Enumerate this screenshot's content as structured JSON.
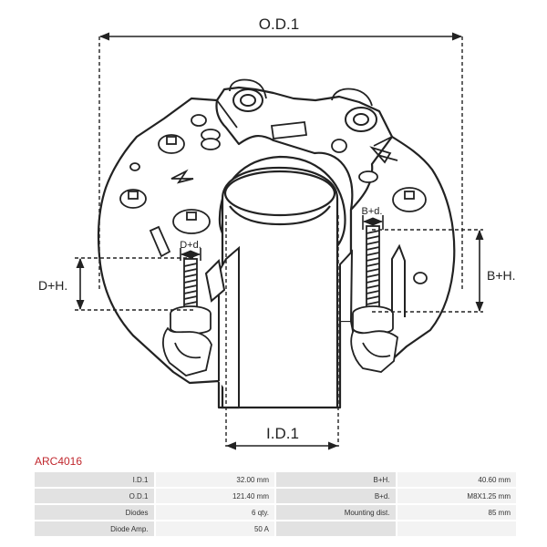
{
  "diagram": {
    "dimensions": {
      "outer_diameter": "O.D.1",
      "inner_diameter": "I.D.1",
      "d_plus_height": "D+H.",
      "d_plus_thread": "D+d.",
      "b_plus_height": "B+H.",
      "b_plus_thread": "B+d."
    }
  },
  "product": {
    "code": "ARC4016"
  },
  "specs": {
    "rows": [
      [
        {
          "label": "I.D.1",
          "value": "32.00 mm"
        },
        {
          "label": "B+H.",
          "value": "40.60 mm"
        }
      ],
      [
        {
          "label": "O.D.1",
          "value": "121.40 mm"
        },
        {
          "label": "B+d.",
          "value": "M8X1.25 mm"
        }
      ],
      [
        {
          "label": "Diodes",
          "value": "6 qty."
        },
        {
          "label": "Mounting dist.",
          "value": "85 mm"
        }
      ],
      [
        {
          "label": "Diode Amp.",
          "value": "50 A"
        },
        {
          "label": "",
          "value": ""
        }
      ]
    ]
  },
  "colors": {
    "accent": "#c0272d",
    "label_cell": "#e2e2e2",
    "value_cell": "#f3f3f3"
  }
}
